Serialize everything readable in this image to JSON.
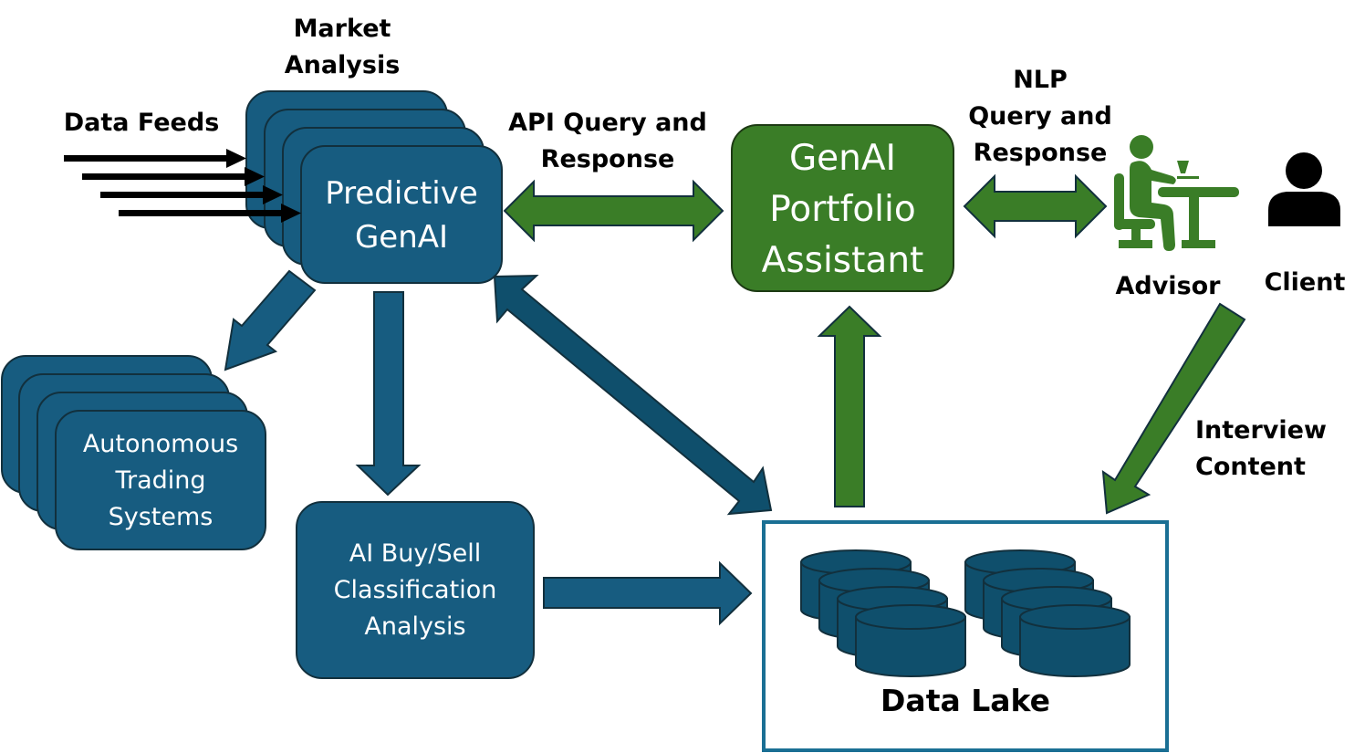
{
  "colors": {
    "blue": "#175c80",
    "dark_blue": "#0f4f6c",
    "green": "#3a7d27",
    "outline": "#12303d",
    "data_lake_border": "#1a6f94",
    "black": "#000000"
  },
  "nodes": {
    "predictive_genai": {
      "line1": "Predictive",
      "line2": "GenAI"
    },
    "genai_portfolio_assistant": {
      "line1": "GenAI",
      "line2": "Portfolio",
      "line3": "Assistant"
    },
    "autonomous_trading": {
      "line1": "Autonomous",
      "line2": "Trading",
      "line3": "Systems"
    },
    "ai_buy_sell": {
      "line1": "AI Buy/Sell",
      "line2": "Classification",
      "line3": "Analysis"
    },
    "data_lake": {
      "label": "Data Lake"
    },
    "advisor": {
      "label": "Advisor",
      "icon": "advisor-desk-icon"
    },
    "client": {
      "label": "Client",
      "icon": "person-icon"
    }
  },
  "labels": {
    "market_analysis": {
      "line1": "Market",
      "line2": "Analysis"
    },
    "data_feeds": "Data Feeds",
    "api_query": {
      "line1": "API Query and",
      "line2": "Response"
    },
    "nlp_query": {
      "line1": "NLP",
      "line2": "Query and",
      "line3": "Response"
    },
    "interview_content": {
      "line1": "Interview",
      "line2": "Content"
    }
  },
  "edges": [
    {
      "from": "data_feeds",
      "to": "predictive_genai",
      "type": "arrow",
      "count": 4
    },
    {
      "from": "predictive_genai",
      "to": "genai_portfolio_assistant",
      "type": "bidirectional",
      "label": "API Query and Response"
    },
    {
      "from": "genai_portfolio_assistant",
      "to": "advisor",
      "type": "bidirectional",
      "label": "NLP Query and Response"
    },
    {
      "from": "predictive_genai",
      "to": "autonomous_trading",
      "type": "arrow"
    },
    {
      "from": "predictive_genai",
      "to": "ai_buy_sell",
      "type": "arrow"
    },
    {
      "from": "predictive_genai",
      "to": "data_lake",
      "type": "bidirectional"
    },
    {
      "from": "ai_buy_sell",
      "to": "data_lake",
      "type": "arrow"
    },
    {
      "from": "data_lake",
      "to": "genai_portfolio_assistant",
      "type": "arrow"
    },
    {
      "from": "advisor",
      "to": "data_lake",
      "type": "arrow",
      "label": "Interview Content"
    }
  ]
}
